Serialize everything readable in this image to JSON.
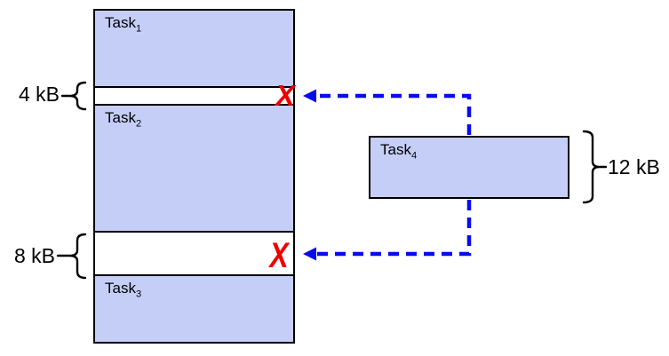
{
  "colors": {
    "task_fill": "#c5cef7",
    "outline": "#000000",
    "arrow": "#0a0aee",
    "reject": "#ee0000"
  },
  "memory_column": {
    "tasks": [
      {
        "base": "Task",
        "sub": "1"
      },
      {
        "base": "Task",
        "sub": "2"
      },
      {
        "base": "Task",
        "sub": "3"
      }
    ],
    "gaps": [
      {
        "size": "4 kB",
        "marker": "X"
      },
      {
        "size": "8 kB",
        "marker": "X"
      }
    ]
  },
  "pending_task": {
    "base": "Task",
    "sub": "4",
    "size": "12 kB"
  }
}
